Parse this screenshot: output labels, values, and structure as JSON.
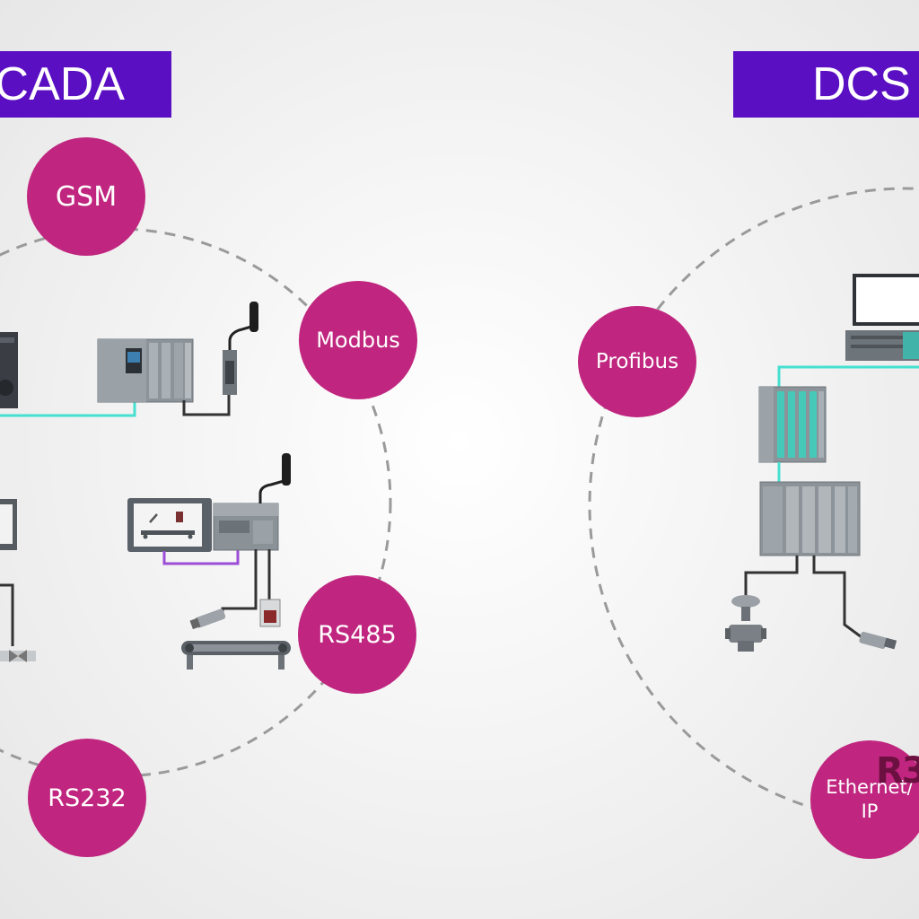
{
  "banners": {
    "left": "CADA",
    "right": "DCS"
  },
  "bubbles": {
    "gsm": "GSM",
    "modbus": "Modbus",
    "profibus": "Profibus",
    "rs485": "RS485",
    "rs232": "RS232",
    "ethernet_line1": "Ethernet/",
    "ethernet_line2": "IP"
  },
  "logo_text": "R3",
  "colors": {
    "banner": "#5a0fc2",
    "bubble": "#c0267f",
    "network_line": "#45e0d0",
    "hmi_line": "#9c4dd6",
    "dashed_circle": "#999999"
  }
}
